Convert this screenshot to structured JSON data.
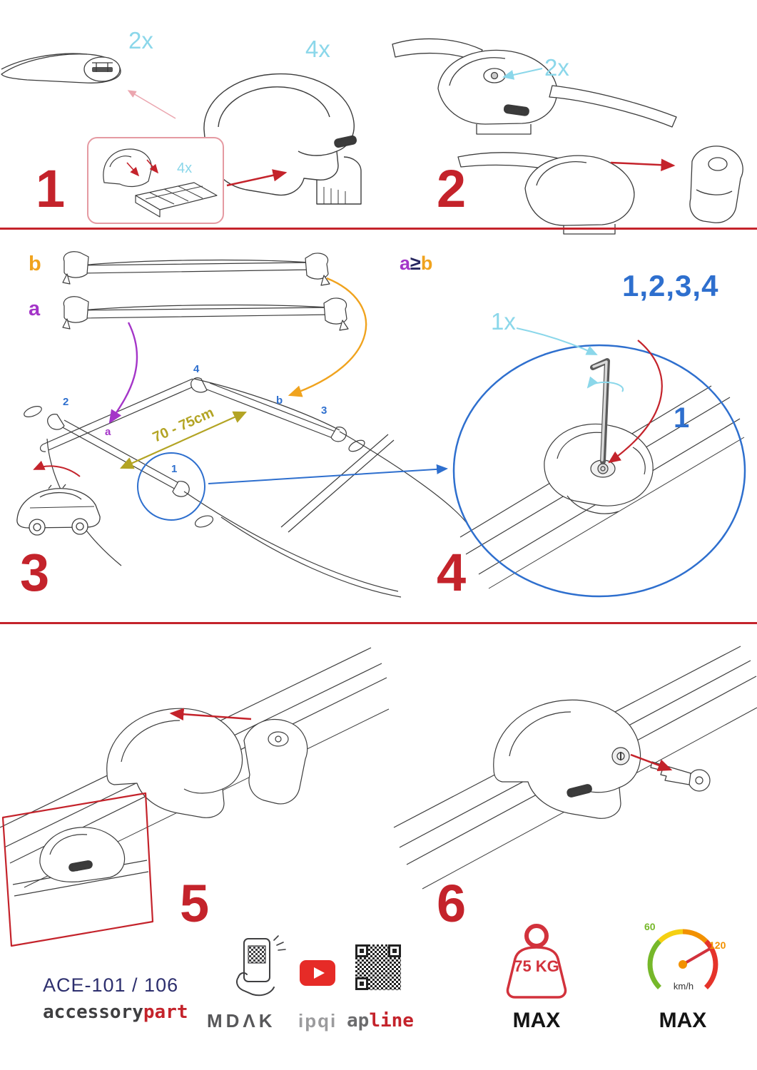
{
  "title": "Roof cross-bar mounting instructions",
  "colors": {
    "accent_red": "#c4232b",
    "cyan": "#8bd7ea",
    "blue": "#2e6fce",
    "purple": "#a435c8",
    "orange": "#f0a31e",
    "olive": "#b3a424",
    "navy": "#2d2f6e",
    "green": "#76b82a",
    "gauge_orange": "#f29100"
  },
  "steps": {
    "s1": {
      "num": "1",
      "bar_qty": "2x",
      "foot_qty": "4x",
      "pad_qty": "4x"
    },
    "s2": {
      "num": "2",
      "bolt_qty": "2x"
    },
    "s3": {
      "num": "3",
      "bar_b": "b",
      "bar_a": "a",
      "distance": "70 - 75cm",
      "pos1": "1",
      "pos2": "2",
      "pos3": "3",
      "pos4": "4",
      "pos_a": "a",
      "pos_b": "b"
    },
    "s4": {
      "num": "4",
      "cond_a": "a",
      "cond_op": "≥",
      "cond_b": "b",
      "order": "1,2,3,4",
      "tool_qty": "1x",
      "first": "1"
    },
    "s5": {
      "num": "5"
    },
    "s6": {
      "num": "6"
    }
  },
  "foot_logo": "apline",
  "icons": {
    "phone": "phone-qr-scan-icon",
    "youtube": "youtube-play-icon",
    "qr": "qr-code",
    "weight": "max-load-weight-icon",
    "speedometer": "max-speed-gauge-icon"
  },
  "footer": {
    "model": "ACE-101 / 106",
    "brand_gray": "accessory",
    "brand_red": "part",
    "mdak": "MDΛK",
    "ipqi": "ipqi",
    "apline_gray": "ap",
    "apline_red": "line",
    "weight_value": "75 KG",
    "weight_max": "MAX",
    "speed_low": "60",
    "speed_high": "120",
    "speed_unit": "km/h",
    "speed_max": "MAX"
  }
}
